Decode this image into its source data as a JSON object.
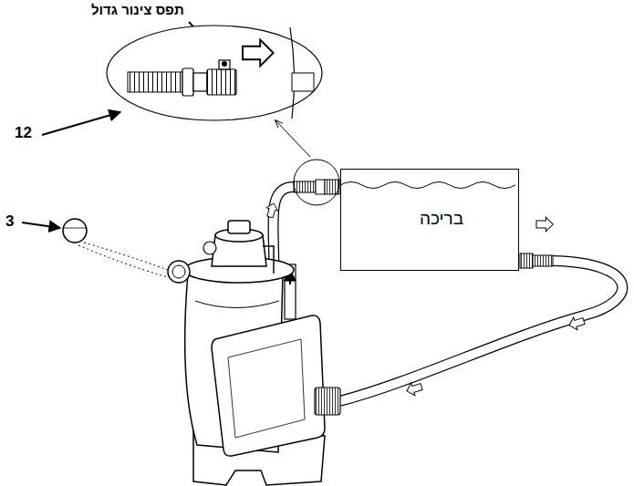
{
  "diagram": {
    "nodes": [
      {
        "text": [
          "בריכה"
        ]
      }
    ],
    "labels": [
      "תפס צינור גדול",
      "12",
      "3"
    ]
  }
}
